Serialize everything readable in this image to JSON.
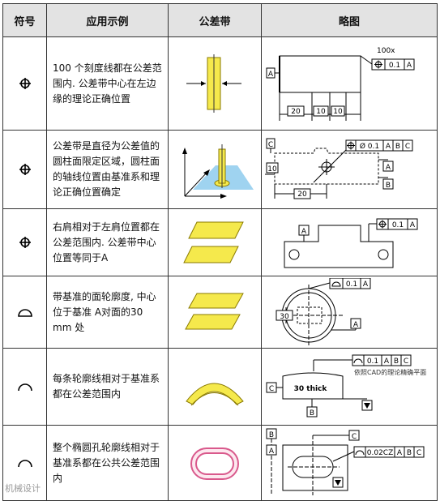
{
  "header": {
    "symbol": "符号",
    "example": "应用示例",
    "zone": "公差带",
    "sketch": "略图"
  },
  "rows": [
    {
      "symbol_icon": "position-icon",
      "text": "100 个刻度线都在公差范围内. 公差带中心在左边缘的理论正确位置",
      "sketch": {
        "label_top": "100x",
        "frame_value": "0.1",
        "datum": "A",
        "dims": [
          "20",
          "10",
          "10"
        ]
      }
    },
    {
      "symbol_icon": "position-icon",
      "text": "公差带是直径为公差值的圆柱面限定区域，圆柱面的轴线位置由基准系和理论正确位置确定",
      "sketch": {
        "frame_value": "Ø 0.1",
        "datums": [
          "A",
          "B",
          "C"
        ],
        "dims": [
          "10",
          "20"
        ]
      }
    },
    {
      "symbol_icon": "position-icon",
      "text": "右肩相对于左肩位置都在公差范围内. 公差带中心位置等同于A",
      "sketch": {
        "frame_value": "0.1",
        "datum": "A"
      }
    },
    {
      "symbol_icon": "profile-surface-icon",
      "text": "带基准的面轮廓度, 中心位于基准 A对面的30 mm 处",
      "sketch": {
        "frame_value": "0.1",
        "datum": "A",
        "dim": "30"
      }
    },
    {
      "symbol_icon": "profile-line-icon",
      "text": "每条轮廓线相对于基准系都在公差范围内",
      "sketch": {
        "frame_value": "0.1",
        "datums": [
          "A",
          "B",
          "C"
        ],
        "part_label": "30 thick",
        "note": "依照CAD的理论精确平面"
      }
    },
    {
      "symbol_icon": "profile-line-icon",
      "text": "整个椭圆孔轮廓线相对于基准系都在公共公差范围内",
      "sketch": {
        "frame_value": "0.02CZ",
        "datums": [
          "A",
          "B",
          "C"
        ]
      }
    }
  ],
  "watermark": "机械设计",
  "colors": {
    "zone_fill": "#f5e94c",
    "zone_stroke": "#8a7a00",
    "ring": "#d9598c",
    "plane": "#9fd3f0",
    "header_bg": "#e3e3e3"
  }
}
